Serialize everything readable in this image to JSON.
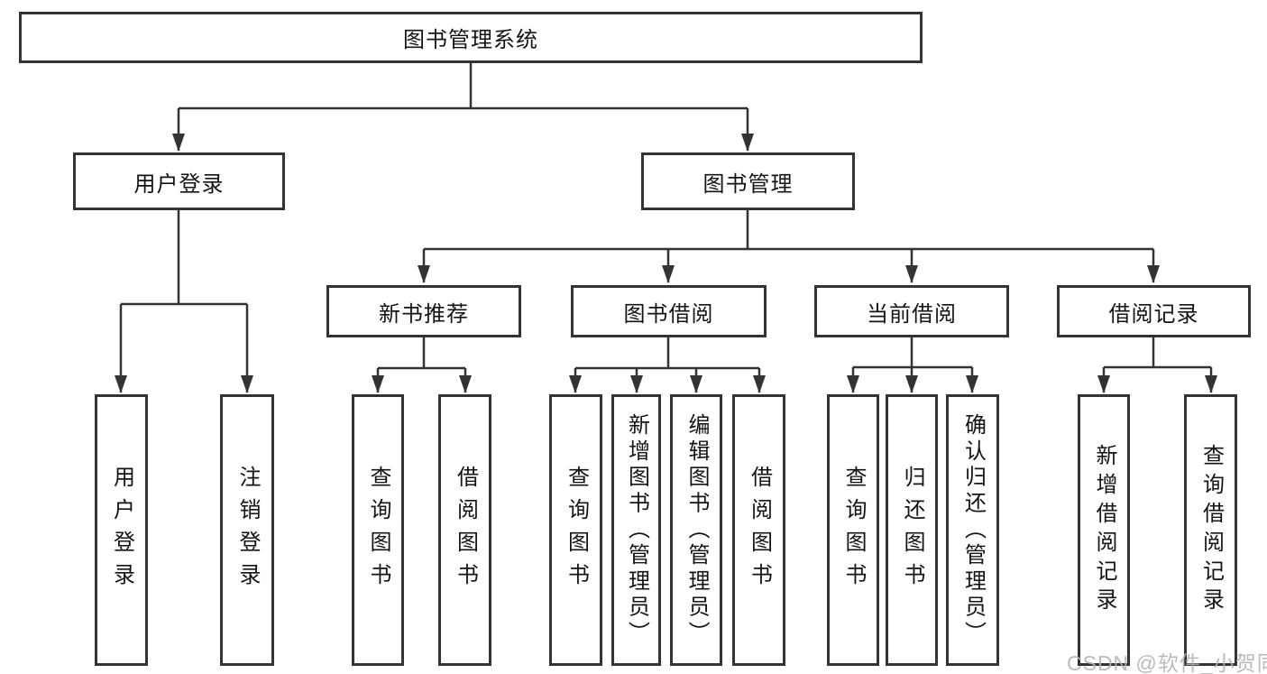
{
  "diagram": {
    "type": "hierarchy-tree",
    "root": {
      "label": "图书管理系统"
    },
    "level2": [
      {
        "label": "用户登录",
        "parent": "图书管理系统"
      },
      {
        "label": "图书管理",
        "parent": "图书管理系统"
      }
    ],
    "level3": [
      {
        "label": "新书推荐",
        "parent": "图书管理"
      },
      {
        "label": "图书借阅",
        "parent": "图书管理"
      },
      {
        "label": "当前借阅",
        "parent": "图书管理"
      },
      {
        "label": "借阅记录",
        "parent": "图书管理"
      }
    ],
    "level4": [
      {
        "label": "用户登录",
        "parent": "用户登录"
      },
      {
        "label": "注销登录",
        "parent": "用户登录"
      },
      {
        "label": "查询图书",
        "parent": "新书推荐"
      },
      {
        "label": "借阅图书",
        "parent": "新书推荐"
      },
      {
        "label": "查询图书",
        "parent": "图书借阅"
      },
      {
        "label": "新增图书（管理员）",
        "parent": "图书借阅"
      },
      {
        "label": "编辑图书（管理员）",
        "parent": "图书借阅"
      },
      {
        "label": "借阅图书",
        "parent": "图书借阅"
      },
      {
        "label": "查询图书",
        "parent": "当前借阅"
      },
      {
        "label": "归还图书",
        "parent": "当前借阅"
      },
      {
        "label": "确认归还（管理员）",
        "parent": "当前借阅"
      },
      {
        "label": "新增借阅记录",
        "parent": "借阅记录"
      },
      {
        "label": "查询借阅记录",
        "parent": "借阅记录"
      }
    ]
  },
  "watermark": "CSDN @软件_小贺同学",
  "colors": {
    "line": "#333333",
    "box_border": "#333333",
    "box_background": "#ffffff",
    "text": "#141414",
    "page_background": "#ffffff",
    "watermark": "#b2b2b2"
  }
}
